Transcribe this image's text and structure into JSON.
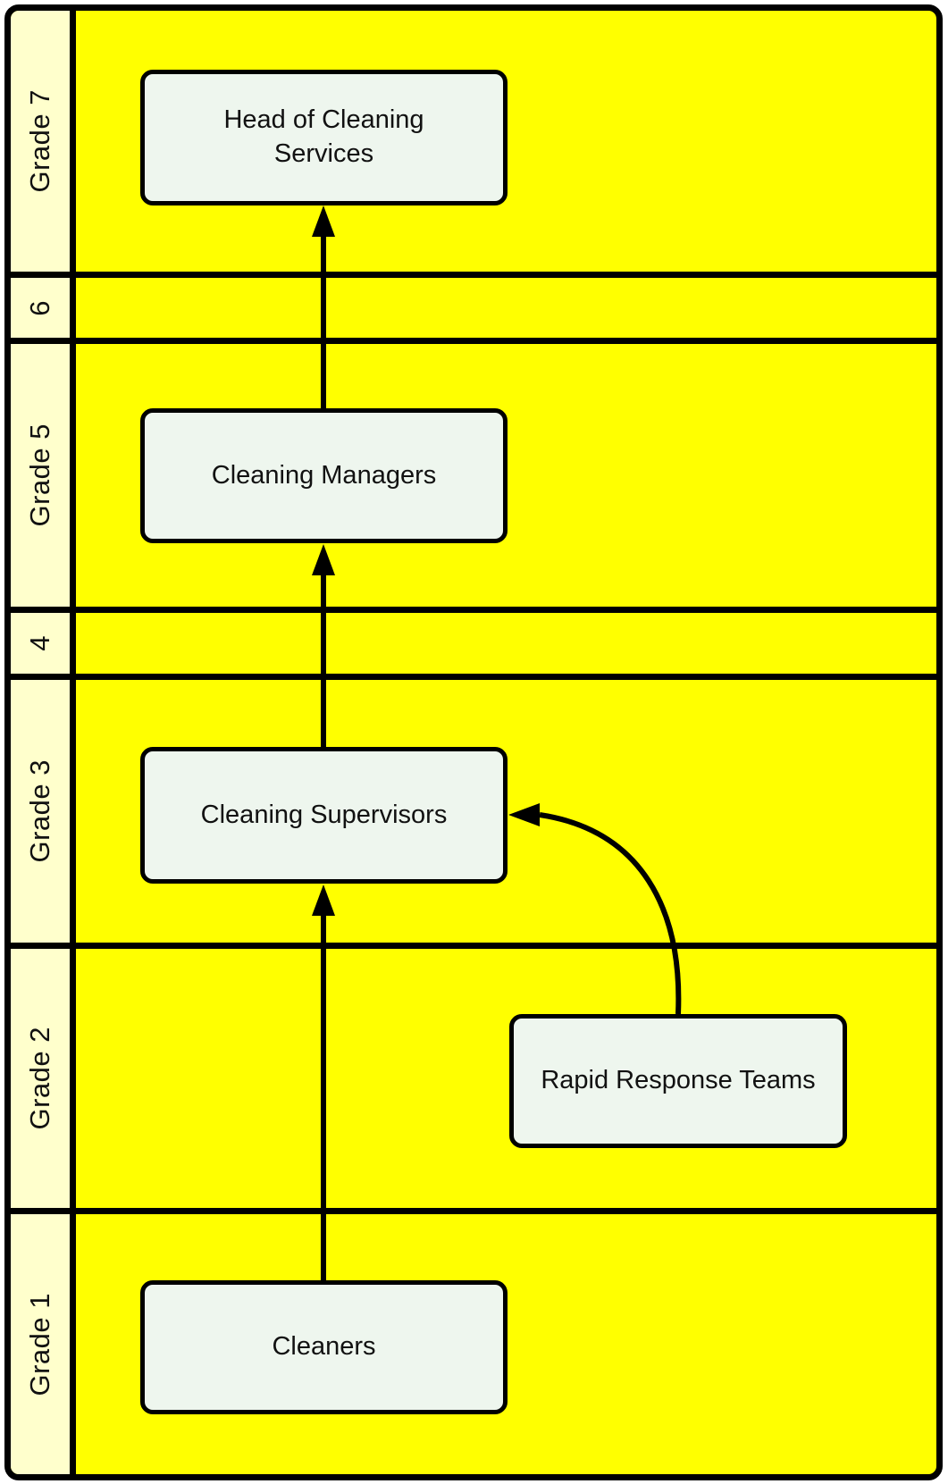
{
  "diagram": {
    "type": "swimlane-org-chart",
    "lanes": [
      {
        "label": "Grade 7"
      },
      {
        "label": "6"
      },
      {
        "label": "Grade 5"
      },
      {
        "label": "4"
      },
      {
        "label": "Grade 3"
      },
      {
        "label": "Grade 2"
      },
      {
        "label": "Grade 1"
      }
    ],
    "nodes": [
      {
        "label": "Head of Cleaning Services",
        "lane": "Grade 7"
      },
      {
        "label": "Cleaning Managers",
        "lane": "Grade 5"
      },
      {
        "label": "Cleaning Supervisors",
        "lane": "Grade 3"
      },
      {
        "label": "Rapid Response Teams",
        "lane": "Grade 2"
      },
      {
        "label": "Cleaners",
        "lane": "Grade 1"
      }
    ],
    "edges": [
      {
        "from": "Cleaning Managers",
        "to": "Head of Cleaning Services",
        "style": "straight-up-arrow"
      },
      {
        "from": "Cleaning Supervisors",
        "to": "Cleaning Managers",
        "style": "straight-up-arrow"
      },
      {
        "from": "Cleaners",
        "to": "Cleaning Supervisors",
        "style": "straight-up-arrow"
      },
      {
        "from": "Rapid Response Teams",
        "to": "Cleaning Supervisors",
        "style": "curved-arrow"
      }
    ],
    "colors": {
      "lane_fill": "#ffff00",
      "lane_header_fill": "#ffffcc",
      "node_fill": "#eef6ee",
      "line": "#000000",
      "text": "#111111",
      "page_background": "#ffffff"
    }
  }
}
